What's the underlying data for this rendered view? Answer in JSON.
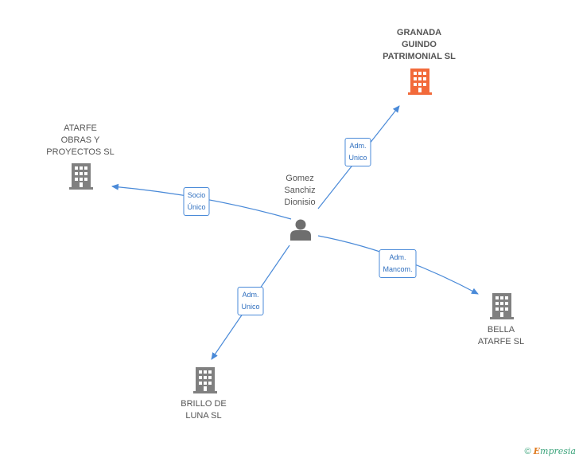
{
  "colors": {
    "edge": "#4a8ad8",
    "company": "#808080",
    "main_company": "#f26a3a",
    "person": "#6e6e6e"
  },
  "center": {
    "name": "Gomez\nSanchiz\nDionisio",
    "icon": "person-icon"
  },
  "companies": [
    {
      "id": "granada",
      "name": "GRANADA\nGUINDO\nPATRIMONIAL SL",
      "main": true,
      "icon": "building-icon"
    },
    {
      "id": "atarfe",
      "name": "ATARFE\nOBRAS Y\nPROYECTOS SL",
      "main": false,
      "icon": "building-icon"
    },
    {
      "id": "bella",
      "name": "BELLA\nATARFE SL",
      "main": false,
      "icon": "building-icon"
    },
    {
      "id": "brillo",
      "name": "BRILLO DE\nLUNA SL",
      "main": false,
      "icon": "building-icon"
    }
  ],
  "relations": [
    {
      "target": "granada",
      "label": "Adm.\nUnico"
    },
    {
      "target": "atarfe",
      "label": "Socio\nÚnico"
    },
    {
      "target": "bella",
      "label": "Adm.\nMancom."
    },
    {
      "target": "brillo",
      "label": "Adm.\nUnico"
    }
  ],
  "footer": {
    "copyright": "©",
    "brand_initial": "E",
    "brand_rest": "mpresia"
  }
}
